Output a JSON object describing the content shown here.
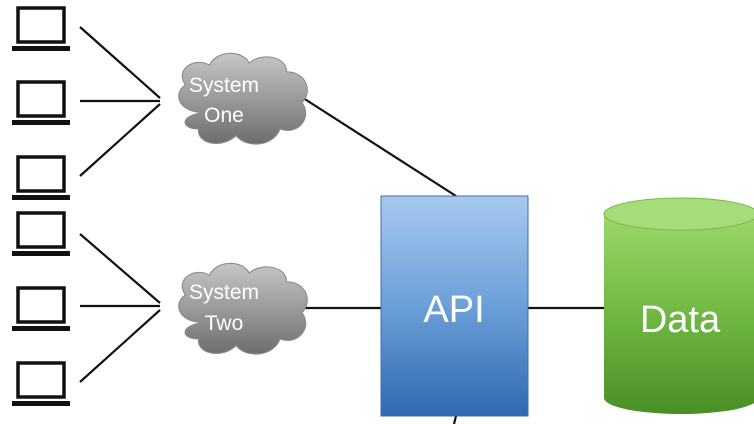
{
  "clouds": {
    "one": {
      "line1": "System",
      "line2": "One"
    },
    "two": {
      "line1": "System",
      "line2": "Two"
    }
  },
  "api": {
    "label": "API"
  },
  "data_store": {
    "label": "Data"
  },
  "icons": {
    "client": "laptop-icon",
    "system": "cloud-icon",
    "api": "api-box",
    "store": "database-cylinder-icon"
  },
  "colors": {
    "cloud": "#9e9e9e",
    "api_top": "#9fc3ea",
    "api_bottom": "#3a74b8",
    "data_light": "#8ccd5a",
    "data_dark": "#4f9a2a",
    "lines": "#111111"
  }
}
